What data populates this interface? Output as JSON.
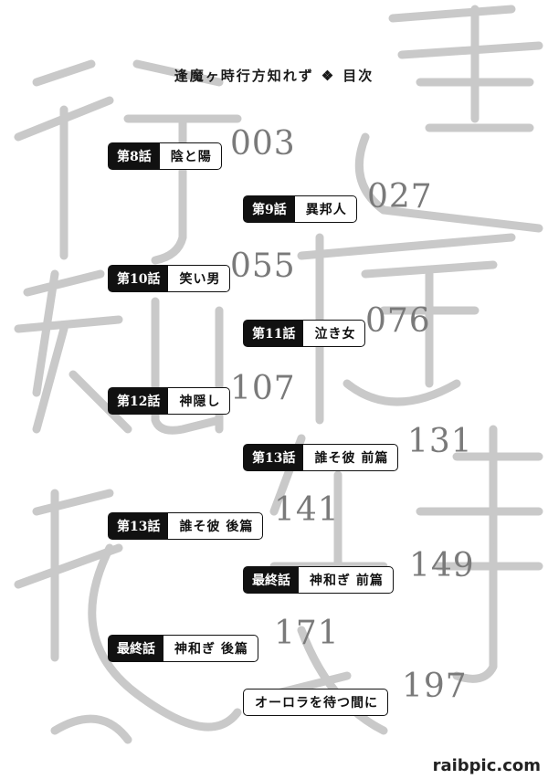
{
  "header": {
    "title": "逢魔ヶ時行方知れず",
    "separator": "❖",
    "section": "目次"
  },
  "entries": [
    {
      "chapter": "第8話",
      "title": "陰と陽",
      "page": "003"
    },
    {
      "chapter": "第9話",
      "title": "異邦人",
      "page": "027"
    },
    {
      "chapter": "第10話",
      "title": "笑い男",
      "page": "055"
    },
    {
      "chapter": "第11話",
      "title": "泣き女",
      "page": "076"
    },
    {
      "chapter": "第12話",
      "title": "神隠し",
      "page": "107"
    },
    {
      "chapter": "第13話",
      "title": "誰そ彼 前篇",
      "page": "131"
    },
    {
      "chapter": "第13話",
      "title": "誰そ彼 後篇",
      "page": "141"
    },
    {
      "chapter": "最終話",
      "title": "神和ぎ 前篇",
      "page": "149"
    },
    {
      "chapter": "最終話",
      "title": "神和ぎ 後篇",
      "page": "171"
    },
    {
      "chapter": "",
      "title": "オーロラを待つ間に",
      "page": "197"
    }
  ],
  "watermark": "raibpic.com"
}
